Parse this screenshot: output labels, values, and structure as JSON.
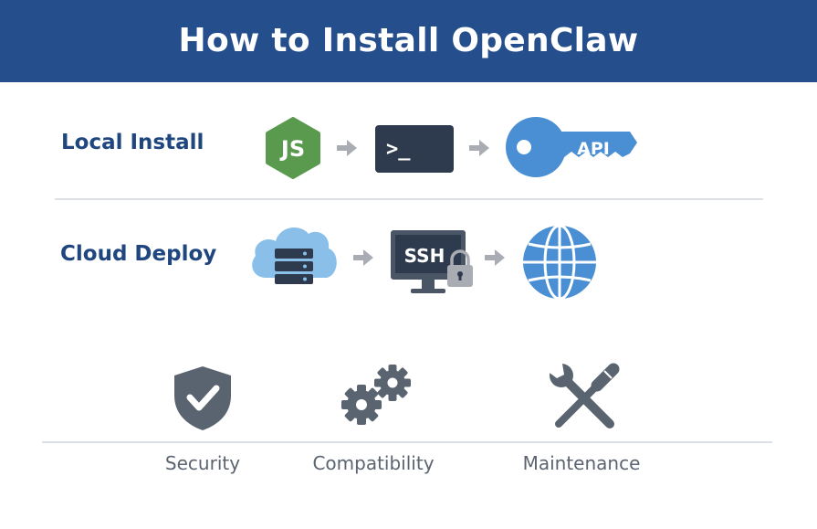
{
  "header": {
    "title": "How to Install OpenClaw"
  },
  "rows": [
    {
      "label": "Local Install",
      "steps": [
        {
          "icon": "nodejs-icon",
          "text": "JS"
        },
        {
          "icon": "terminal-icon",
          "text": ">_"
        },
        {
          "icon": "api-key-icon",
          "text": "API"
        }
      ]
    },
    {
      "label": "Cloud Deploy",
      "steps": [
        {
          "icon": "cloud-server-icon"
        },
        {
          "icon": "ssh-monitor-icon",
          "text": "SSH"
        },
        {
          "icon": "globe-icon"
        }
      ]
    }
  ],
  "features": [
    {
      "icon": "shield-check-icon",
      "label": "Security"
    },
    {
      "icon": "gears-icon",
      "label": "Compatibility"
    },
    {
      "icon": "wrench-screwdriver-icon",
      "label": "Maintenance"
    }
  ],
  "colors": {
    "header_bg": "#244e8c",
    "label_blue": "#1f467f",
    "js_green": "#5a9a4e",
    "terminal_dark": "#2e3a4d",
    "key_blue": "#4a8fd4",
    "cloud_blue": "#89bfe8",
    "globe_blue": "#4a8fd4",
    "feature_gray": "#5a6470",
    "arrow_gray": "#a9adb3"
  }
}
